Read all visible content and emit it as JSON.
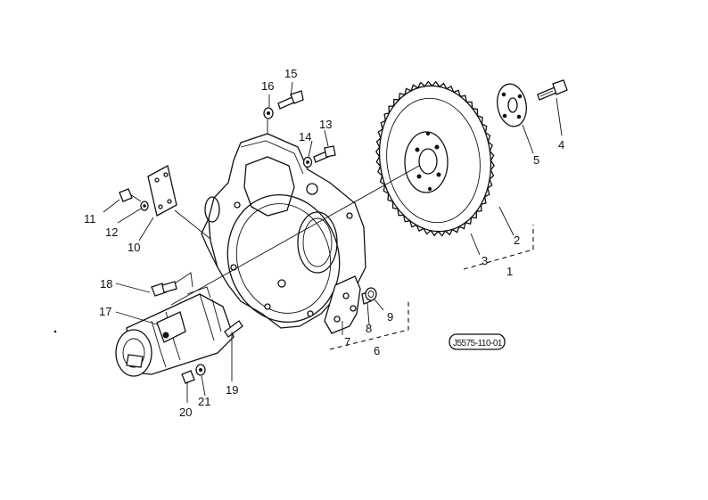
{
  "diagram": {
    "reference_code": "J5575-110-01",
    "part_labels": {
      "p1": "1",
      "p2": "2",
      "p3": "3",
      "p4": "4",
      "p5": "5",
      "p6": "6",
      "p7": "7",
      "p8": "8",
      "p9": "9",
      "p10": "10",
      "p11": "11",
      "p12": "12",
      "p13": "13",
      "p14": "14",
      "p15": "15",
      "p16": "16",
      "p17": "17",
      "p18": "18",
      "p19": "19",
      "p20": "20",
      "p21": "21"
    }
  }
}
